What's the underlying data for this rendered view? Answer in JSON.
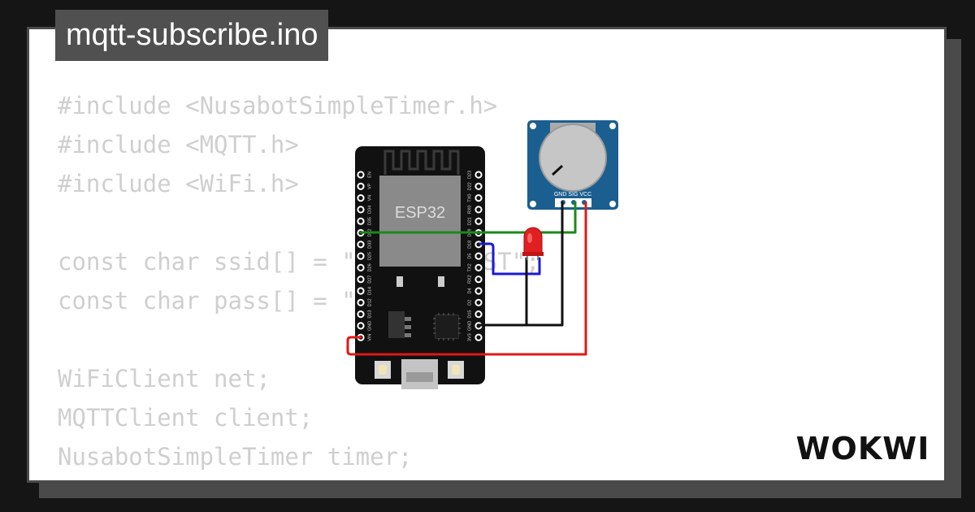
{
  "tab": {
    "title": "mqtt-subscribe.ino"
  },
  "code": {
    "lines": [
      "#include <NusabotSimpleTimer.h>",
      "#include <MQTT.h>",
      "#include <WiFi.h>",
      "",
      "const char ssid[] = \"Wokwi-GUEST\";",
      "const char pass[] = \"\";",
      "",
      "WiFiClient net;",
      "MQTTClient client;",
      "NusabotSimpleTimer timer;"
    ]
  },
  "esp32": {
    "label": "ESP32",
    "left_pins": [
      "EN",
      "VP",
      "VN",
      "D34",
      "D35",
      "D32",
      "D33",
      "D25",
      "D26",
      "D27",
      "D14",
      "D12",
      "D13",
      "GND",
      "VIN"
    ],
    "right_pins": [
      "D23",
      "D22",
      "TX0",
      "RX0",
      "D21",
      "D19",
      "D18",
      "D5",
      "TX2",
      "RX2",
      "D4",
      "D2",
      "D15",
      "GND",
      "3V3"
    ]
  },
  "potentiometer": {
    "pins_label": "GND SIG VCC"
  },
  "logo": {
    "text": "WOKWI"
  },
  "colors": {
    "background": "#151515",
    "card": "#ffffff",
    "tab": "#505050",
    "code_text": "#cfcfcf",
    "board": "#111111",
    "pot_pcb": "#1a5f8f",
    "wire_green": "#1a8a1a",
    "wire_blue": "#1a1ad8",
    "wire_red": "#e01818",
    "wire_black": "#111111",
    "led": "#e02020"
  }
}
